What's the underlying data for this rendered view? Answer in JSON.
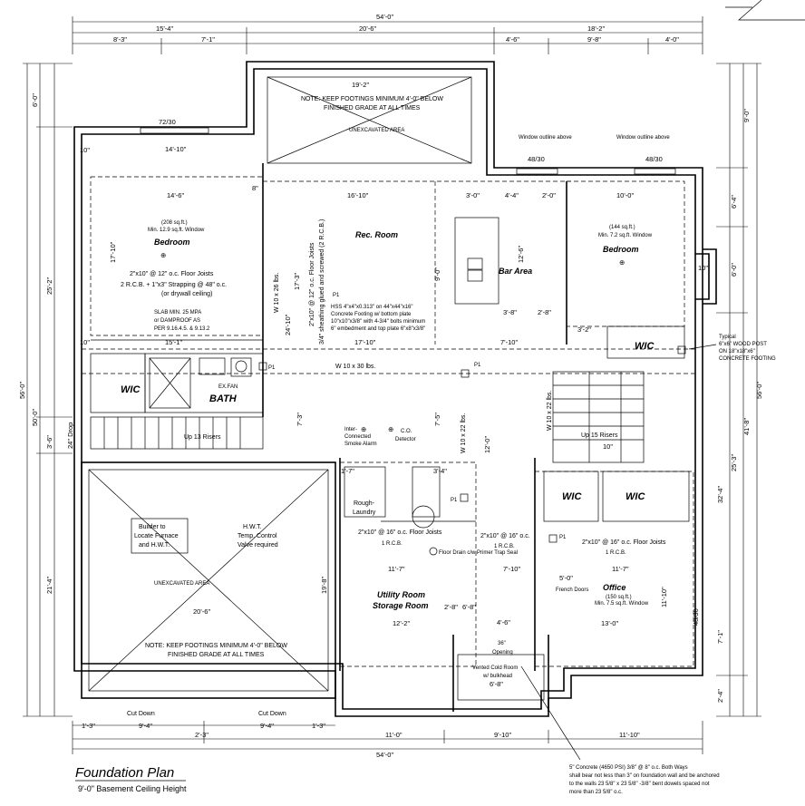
{
  "title": {
    "main": "Foundation Plan",
    "sub": "9'-0\" Basement Ceiling Height"
  },
  "dimensions": {
    "top_overall": "54'-0\"",
    "top_left": "15'-4\"",
    "top_mid": "20'-6\"",
    "top_right": "18'-2\"",
    "seg1": "8'-3\"",
    "seg2": "7'-1\"",
    "seg3": "4'-6\"",
    "seg4": "9'-8\"",
    "seg5": "4'-0\"",
    "court_width": "19'-2\"",
    "left_window_72": "72/30",
    "bedroom1_width": "14'-10\"",
    "bedroom1_inner": "14'-6\"",
    "rec_width": "16'-10\"",
    "bar_3": "3'-0\"",
    "bar_4": "4'-4\"",
    "bar_2": "2'-0\"",
    "bedroom2_width": "10'-0\"",
    "win_48a": "48/30",
    "win_48b": "48/30",
    "left_overall": "56'-0\"",
    "left_50": "50'-0\"",
    "left_6": "6'-0\"",
    "left_25": "25'-2\"",
    "left_21": "21'-4\"",
    "left_3": "3'-6\"",
    "left_24": "24\" Drop",
    "right_overall": "56'-0\"",
    "right_9": "9'-0\"",
    "right_6": "6'-4\"",
    "right_60": "6'-0\"",
    "right_41": "41'-8\"",
    "right_25": "25'-3\"",
    "right_32": "32'-4\"",
    "right_7": "7'-1\"",
    "right_2": "2'-4\"",
    "right_window": "48/30",
    "bottom_overall": "54'-0\"",
    "bottom_left": "11'-0\"",
    "bottom_mid": "9'-10\"",
    "bottom_right": "11'-10\"",
    "bottom_9a": "9'-4\"",
    "bottom_9b": "9'-4\"",
    "bottom_1a": "1'-3\"",
    "bottom_1b": "2'-3\"",
    "bottom_1c": "1'-3\"",
    "garage_w": "20'-6\"",
    "garage_h": "19'-8\"",
    "bed1_h": "17'-10\"",
    "rec_h": "17'-3\"",
    "rec_h2": "24'-10\"",
    "bed2_h": "12'-6\"",
    "d_15": "15'-1\"",
    "d_17": "17'-10\"",
    "d_7_10": "7'-10\"",
    "d_3_2": "3'-2\"",
    "d_11": "11'-7\"",
    "d_11b": "11'-7\"",
    "d_11_10": "11'-10\"",
    "d_11_7b": "11'-7\"",
    "d_12_2": "12'-2\"",
    "d_13": "13'-0\"",
    "d_4_6": "4'-6\"",
    "d_5": "5'-0\"",
    "d_7_3": "7'-3\"",
    "d_7_5": "7'-5\"",
    "d_12_0": "12'-0\"",
    "d_9_0": "9'-0\"",
    "d_3_8": "3'-8\"",
    "d_2_8": "2'-8\"",
    "d_6_8": "6'-8\"",
    "d_3_4": "3'-4\"",
    "d_1_7": "1'-7\"",
    "d_8": "8\"",
    "d_10a": "10\"",
    "d_10b": "10\"",
    "d_10c": "10\"",
    "d_10d": "10\""
  },
  "rooms": {
    "bedroom1": "Bedroom",
    "bedroom1_area": "(208 sq.ft.)",
    "bedroom1_win": "Min. 12.9 sq.ft. Window",
    "rec": "Rec. Room",
    "bar": "Bar Area",
    "bedroom2": "Bedroom",
    "bedroom2_area": "(144 sq.ft.)",
    "bedroom2_win": "Min. 7.2 sq.ft. Window",
    "wic1": "WIC",
    "wic2": "WIC",
    "wic3": "WIC",
    "wic4": "WIC",
    "bath": "BATH",
    "utility1": "Utility Room",
    "utility2": "Storage Room",
    "office": "Office",
    "office_area": "(150 sq.ft.)",
    "office_win": "Min. 7.5 sq.ft. Window",
    "cold1": "Vented Cold Room",
    "cold2": "w/ bulkhead",
    "cold_dim": "6'-8\"",
    "rough": "Rough-",
    "laundry": "Laundry",
    "french": "French Doors"
  },
  "notes": {
    "footing_top1": "NOTE: KEEP FOOTINGS MINIMUM 4'-0\" BELOW",
    "footing_top2": "FINISHED GRADE AT ALL TIMES",
    "unexcavated_top": "UNEXCAVATED AREA",
    "footing_bot1": "NOTE: KEEP FOOTINGS MINIMUM 4'-0\" BELOW",
    "footing_bot2": "FINISHED GRADE AT ALL TIMES",
    "unexcavated_bot": "UNEXCAVATED AREA",
    "joist1": "2\"x10\" @ 12\" o.c. Floor Joists",
    "strap1": "2 R.C.B. + 1\"x3\" Strapping @ 48\" o.c.",
    "strap2": "(or drywall ceiling)",
    "slab1": "SLAB MIN. 25 MPA",
    "slab2": "or DAMPROOF AS",
    "slab3": "PER 9.16.4.5. & 9.13.2",
    "beam1": "W 10 x 26 lbs.",
    "beam2": "W 10 x 30 lbs.",
    "beam3": "W 10 x 22 lbs.",
    "beam4": "W 10 x 22 lbs.",
    "rec_joist": "2\"x10\" @ 12\" o.c. Floor Joists",
    "rec_sheath": "3/4\" sheathing glued and screwed (2 R.C.B.)",
    "p1": "P1",
    "p1b": "P1",
    "p1c": "P1",
    "p1d": "P1",
    "p1e": "P1",
    "hss1": "HSS 4\"x4\"x0.313\" on 44\"x44\"x16\"",
    "hss2": "Concrete Footing w/ bottom plate",
    "hss3": "10\"x10\"x3/8\" with 4-3/4\" bolts minimum",
    "hss4": "6\" embedment and top plate 6\"x8\"x3/8\"",
    "smoke1": "Inter-",
    "smoke2": "Connected",
    "smoke3": "Smoke Alarm",
    "co1": "C.O.",
    "co2": "Detector",
    "stairs1": "Up 13 Risers",
    "stairs2": "Up 15 Risers",
    "exfan": "EX.FAN",
    "builder1": "Builder to",
    "builder2": "Locate Furnace",
    "builder3": "and H.W.T.",
    "hwt1": "H.W.T.",
    "hwt2": "Temp. Control",
    "hwt3": "Valve required",
    "joist_u1": "2\"x10\" @ 16\" o.c. Floor Joists",
    "joist_u2": "2\"x10\" @ 16\" o.c.",
    "rcb1": "1 R.C.B.",
    "rcb2": "1 R.C.B.",
    "joist_o": "2\"x10\" @ 16\" o.c. Floor Joists",
    "rcb3": "1 R.C.B.",
    "floordrain": "Floor Drain c/w Primer Trap Seal",
    "window_above1": "Window outline above",
    "window_above2": "Window outline above",
    "typical1": "Typical",
    "typical2": "6\"x6\" WOOD POST",
    "typical3": "ON 18\"x18\"x6\"",
    "typical4": "CONCRETE FOOTING",
    "cutdown1": "Cut Down",
    "cutdown2": "Cut Down",
    "opening": "Opening",
    "opening_dim": "36\"",
    "concrete1": "5\" Concrete (4650 PSI) 3/8\" @ 8\" o.c. Both Ways",
    "concrete2": "shall bear not less than 3\" on foundation wall and be anchored",
    "concrete3": "to the walls 23 5/8\" x 23 5/8\" -3/8\" bent dowels spaced not",
    "concrete4": "more than 23 5/8\" o.c."
  }
}
